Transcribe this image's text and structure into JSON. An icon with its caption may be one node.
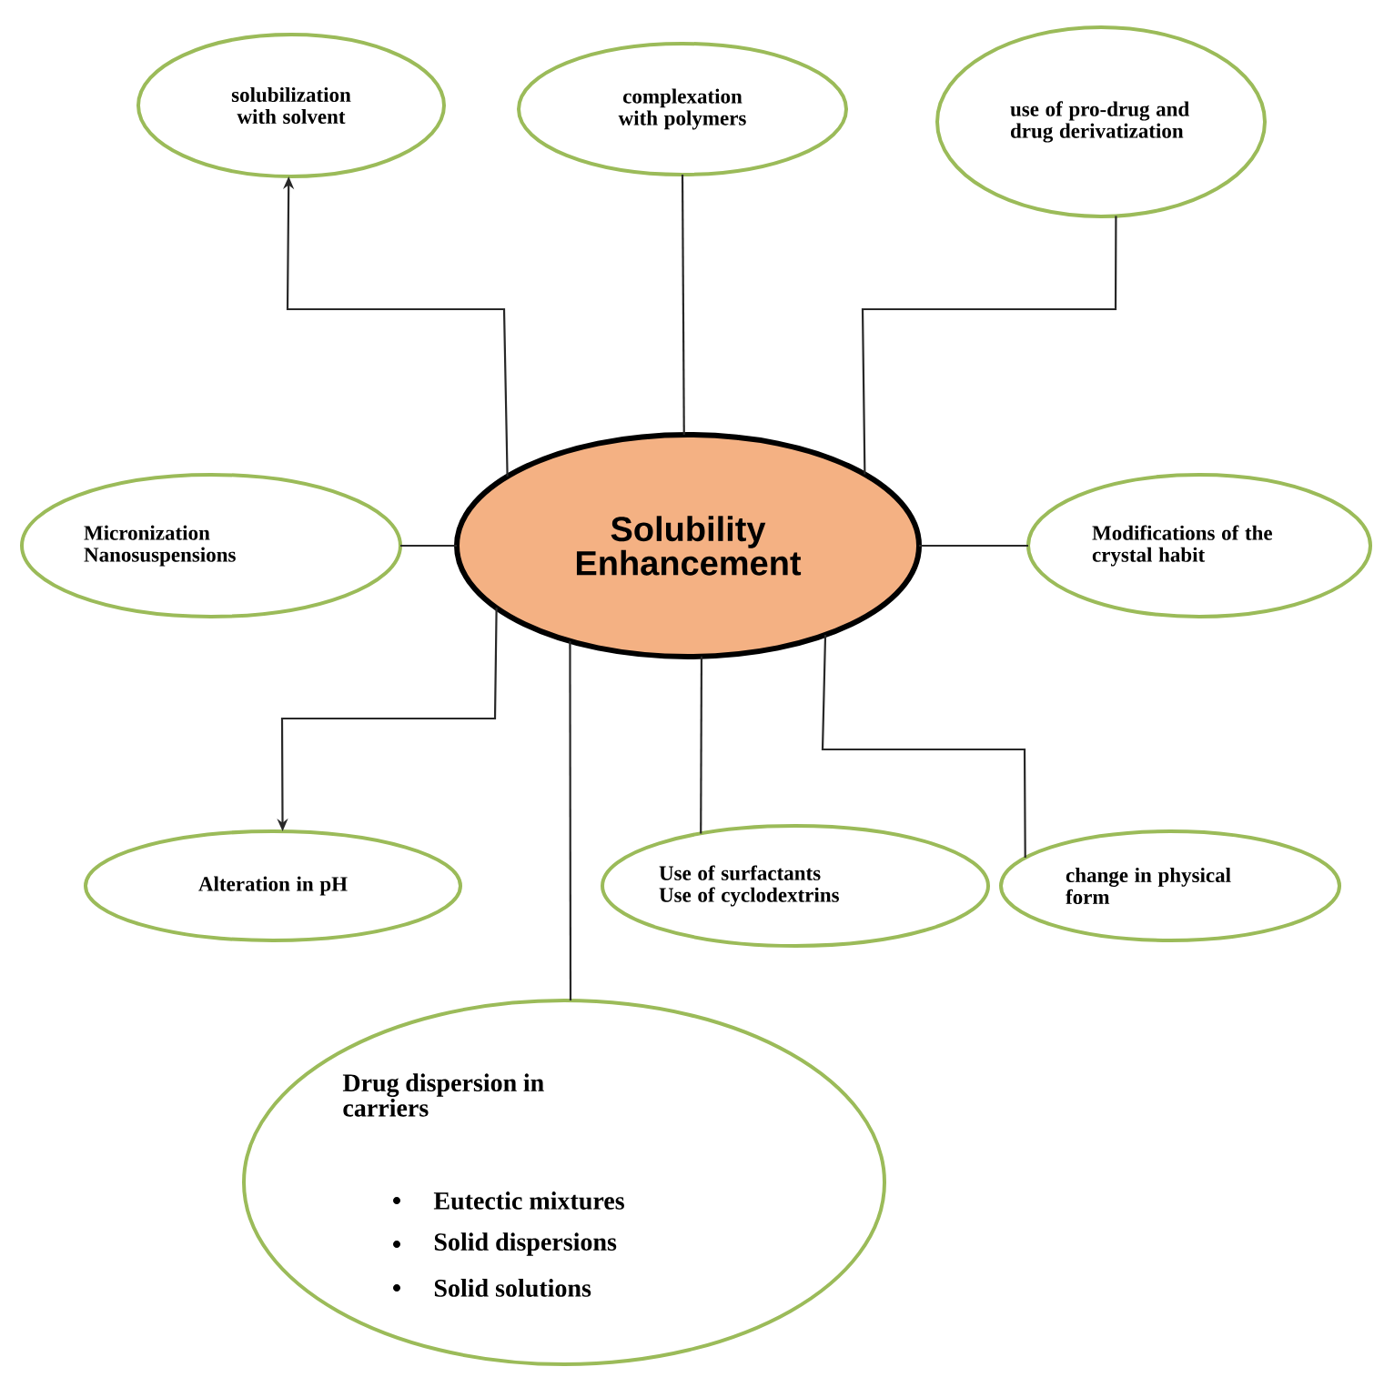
{
  "diagram": {
    "nodes": [
      {
        "text": [
          "Solubility Enhancement"
        ]
      },
      {
        "text": [
          "solubilization with solvent"
        ]
      },
      {
        "text": [
          "complexation with polymers"
        ]
      },
      {
        "text": [
          "use of pro-drug and drug derivatization"
        ]
      },
      {
        "text": [
          "Micronization",
          "Nanosuspensions"
        ]
      },
      {
        "text": [
          "Modifications of the crystal habit"
        ]
      },
      {
        "text": [
          "Alteration in pH"
        ]
      },
      {
        "text": [
          "Use of surfactants",
          "Use of cyclodextrins"
        ]
      },
      {
        "text": [
          "change in physical form"
        ]
      },
      {
        "text": [
          "Drug dispersion in carriers",
          "Eutectic mixtures",
          "Solid dispersions",
          "Solid solutions"
        ]
      }
    ],
    "edges": [
      {
        "from": 0,
        "to": 1,
        "arrow": "to"
      },
      {
        "from": 0,
        "to": 2,
        "arrow": "none"
      },
      {
        "from": 0,
        "to": 3,
        "arrow": "none"
      },
      {
        "from": 0,
        "to": 4,
        "arrow": "none"
      },
      {
        "from": 0,
        "to": 5,
        "arrow": "none"
      },
      {
        "from": 0,
        "to": 6,
        "arrow": "to"
      },
      {
        "from": 0,
        "to": 7,
        "arrow": "none"
      },
      {
        "from": 0,
        "to": 8,
        "arrow": "none"
      },
      {
        "from": 0,
        "to": 9,
        "arrow": "none"
      }
    ]
  }
}
